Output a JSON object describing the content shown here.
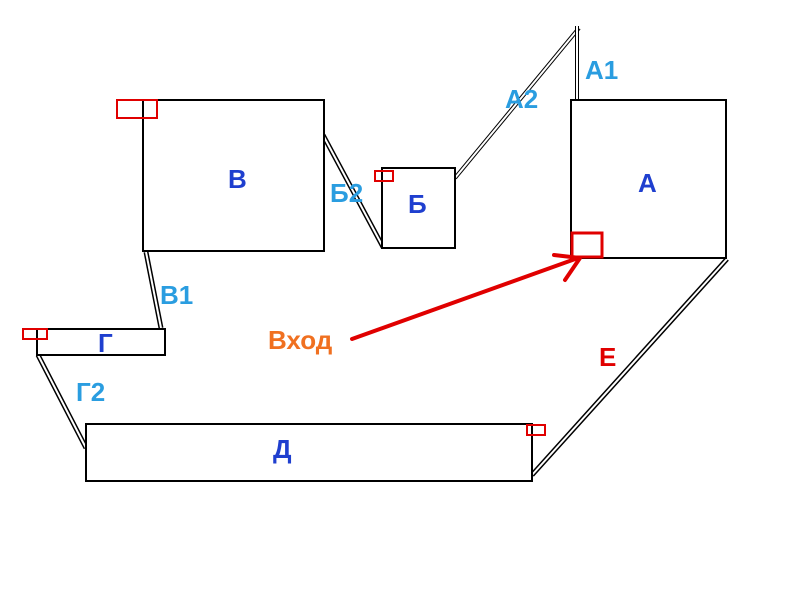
{
  "rooms": {
    "a": "А",
    "b": "Б",
    "v": "В",
    "g": "Г",
    "d": "Д"
  },
  "connectors": {
    "a1": "А1",
    "a2": "А2",
    "b2": "Б2",
    "v1": "В1",
    "g2": "Г2",
    "e": "Е"
  },
  "entrance": {
    "label": "Вход"
  },
  "colors": {
    "room_label": "#1f3fcf",
    "connector_label": "#2a9de0",
    "e_label": "#e00000",
    "entrance_label": "#f07020",
    "marker": "#e00000"
  }
}
